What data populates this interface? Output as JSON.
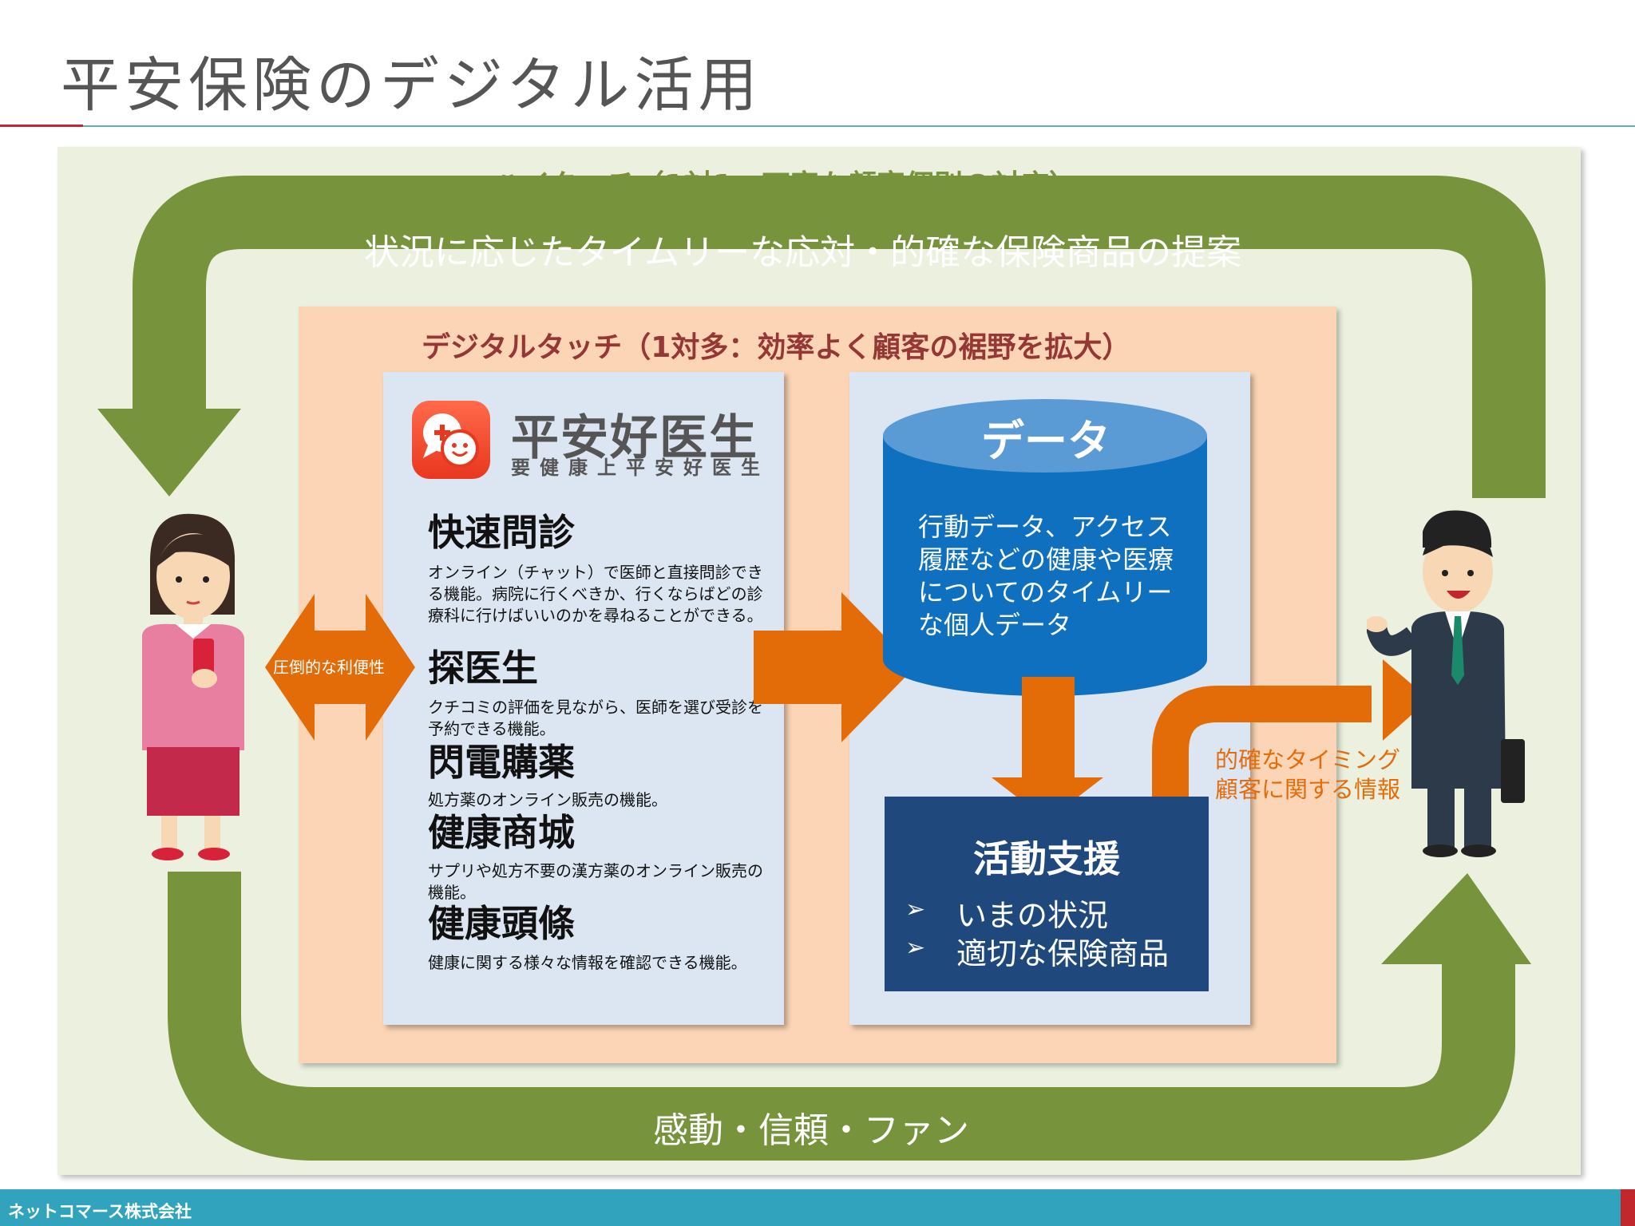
{
  "page": {
    "title": "平安保険のデジタル活用"
  },
  "high_touch": {
    "title": "ハイタッチ（1対1：丁寧な顧客個別の対応）",
    "top_loop_text": "状況に応じたタイムリーな応対・的確な保険商品の提案",
    "bottom_loop_text": "感動・信頼・ファン"
  },
  "digital_touch": {
    "title": "デジタルタッチ（1対多：効率よく顧客の裾野を拡大）"
  },
  "app": {
    "logo_name": "平安好医生",
    "logo_slogan": "要健康上平安好医生",
    "features": [
      {
        "title": "快速問診",
        "desc": "オンライン（チャット）で医師と直接問診できる機能。病院に行くべきか、行くならばどの診療科に行けばいいのかを尋ねることができる。"
      },
      {
        "title": "探医生",
        "desc": "クチコミの評価を見ながら、医師を選び受診を予約できる機能。"
      },
      {
        "title": "閃電購薬",
        "desc": "処方薬のオンライン販売の機能。"
      },
      {
        "title": "健康商城",
        "desc": "サプリや処方不要の漢方薬のオンライン販売の機能。"
      },
      {
        "title": "健康頭條",
        "desc": "健康に関する様々な情報を確認できる機能。"
      }
    ]
  },
  "convenience_label": "圧倒的な利便性",
  "data": {
    "label": "データ",
    "desc": "行動データ、アクセス履歴などの健康や医療についてのタイムリーな個人データ"
  },
  "support": {
    "title": "活動支援",
    "items": [
      "いまの状況",
      "適切な保険商品"
    ],
    "bullet": "➢"
  },
  "timing": {
    "line1": "的確なタイミング",
    "line2": "顧客に関する情報"
  },
  "footer": {
    "company": "ネットコマース株式会社"
  },
  "colors": {
    "green_arrow": "#77933c",
    "orange_arrow": "#e36c09",
    "database_blue": "#0f70c0",
    "support_navy": "#1f497d"
  }
}
